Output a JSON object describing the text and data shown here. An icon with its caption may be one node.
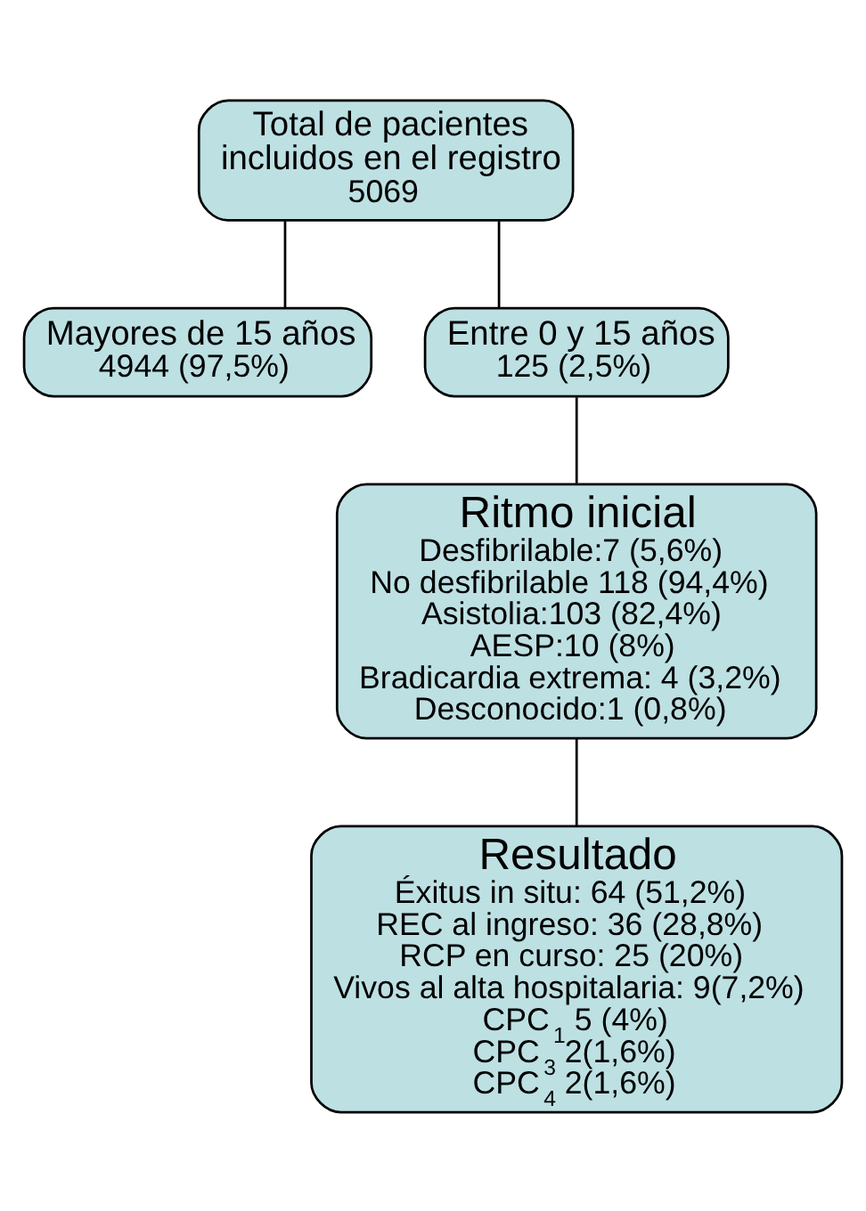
{
  "diagram": {
    "nodes": [
      {
        "text": [
          "Total de pacientes incluidos en el registro",
          "5069"
        ]
      },
      {
        "text": [
          "Mayores de 15 años",
          "4944 (97,5%)"
        ]
      },
      {
        "text": [
          "Entre 0 y 15 años",
          "125 (2,5%)"
        ]
      },
      {
        "text": [
          "Ritmo inicial",
          "Desfibrilable:7 (5,6%)",
          "No desfibrilable 118 (94,4%)",
          "Asistolia:103 (82,4%)",
          "AESP:10 (8%)",
          "Bradicardia extrema: 4 (3,2%)",
          "Desconocido:1 (0,8%)"
        ]
      },
      {
        "text": [
          "Resultado",
          "Éxitus in situ: 64 (51,2%)",
          "REC al ingreso: 36 (28,8%)",
          "RCP en curso: 25 (20%)",
          "Vivos al alta hospitalaria: 9(7,2%)",
          "CPC$_{1}$ 5 (4%)",
          "CPC$_{3}$ 2(1,6%)",
          "CPC$_{4}$ 2(1,6%)"
        ]
      }
    ],
    "edges": [
      {
        "from": 0,
        "to": 1,
        "arrow": "none"
      },
      {
        "from": 0,
        "to": 2,
        "arrow": "none"
      },
      {
        "from": 2,
        "to": 3,
        "arrow": "none"
      },
      {
        "from": 3,
        "to": 4,
        "arrow": "none"
      }
    ]
  }
}
